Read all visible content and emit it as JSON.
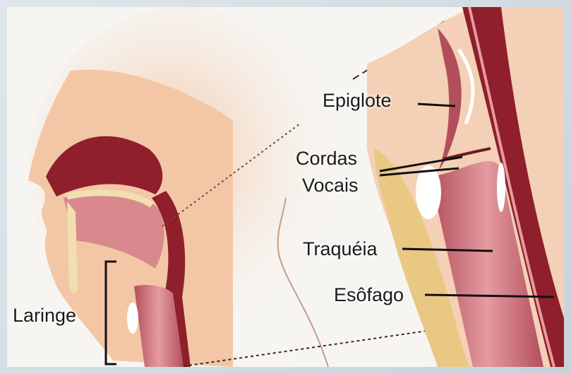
{
  "labels": {
    "epiglote": "Epiglote",
    "cordas_vocais_line1": "Cordas",
    "cordas_vocais_line2": "Vocais",
    "traqueia": "Traquéia",
    "esofago": "Esôfago",
    "laringe": "Laringe"
  },
  "colors": {
    "skin": "#f3c9a8",
    "tissue_dark": "#8e1f2b",
    "tissue_pink": "#d97f86",
    "cartilage": "#f1dfb0",
    "background": "#f7f5f2"
  }
}
